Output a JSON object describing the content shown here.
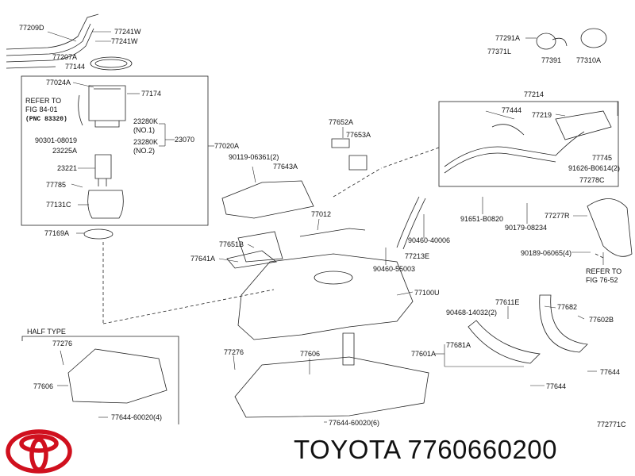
{
  "brand": "TOYOTA",
  "part_number": "7760660200",
  "brand_color": "#d0101e",
  "figure_code": "772771C",
  "sections": {
    "half_type": "HALF TYPE"
  },
  "refer": {
    "left_1": "REFER TO",
    "left_2": "FIG 84-01",
    "left_3": "(PNC 83320)",
    "right_1": "REFER TO",
    "right_2": "FIG 76-52"
  },
  "labels": {
    "p77209D": "77209D",
    "p77241W_a": "77241W",
    "p77241W_b": "77241W",
    "p77207A": "77207A",
    "p77144": "77144",
    "p77024A": "77024A",
    "p77174": "77174",
    "p23280K_1": "23280K",
    "p23280K_1n": "(NO.1)",
    "p23280K_2": "23280K",
    "p23280K_2n": "(NO.2)",
    "p23070": "23070",
    "p90301": "90301-08019",
    "p23225A": "23225A",
    "p23221": "23221",
    "p77785": "77785",
    "p77131C": "77131C",
    "p77020A": "77020A",
    "p77169A": "77169A",
    "p77291A": "77291A",
    "p77371L": "77371L",
    "p77391": "77391",
    "p77310A": "77310A",
    "p77214": "77214",
    "p77444": "77444",
    "p77219": "77219",
    "p77745": "77745",
    "p91626": "91626-B0614(2)",
    "p77278C": "77278C",
    "p91651": "91651-B0820",
    "p90179": "90179-08234",
    "p77277R": "77277R",
    "p90189": "90189-06065(4)",
    "p77652A": "77652A",
    "p77653A": "77653A",
    "p90119": "90119-06361(2)",
    "p77643A": "77643A",
    "p77012": "77012",
    "p90460_a": "90460-40006",
    "p90460_b": "90460-55003",
    "p77213E": "77213E",
    "p77651B": "77651B",
    "p77641A": "77641A",
    "p77100U": "77100U",
    "p77276_a": "77276",
    "p77606_a": "77606",
    "p77644_a": "77644-60020(4)",
    "p77276_b": "77276",
    "p77606_b": "77606",
    "p77644_b": "77644-60020(6)",
    "p90468": "90468-14032(2)",
    "p77611E": "77611E",
    "p77682": "77682",
    "p77602B": "77602B",
    "p77681A": "77681A",
    "p77601A": "77601A",
    "p77644_c": "77644",
    "p77644_d": "77644"
  }
}
